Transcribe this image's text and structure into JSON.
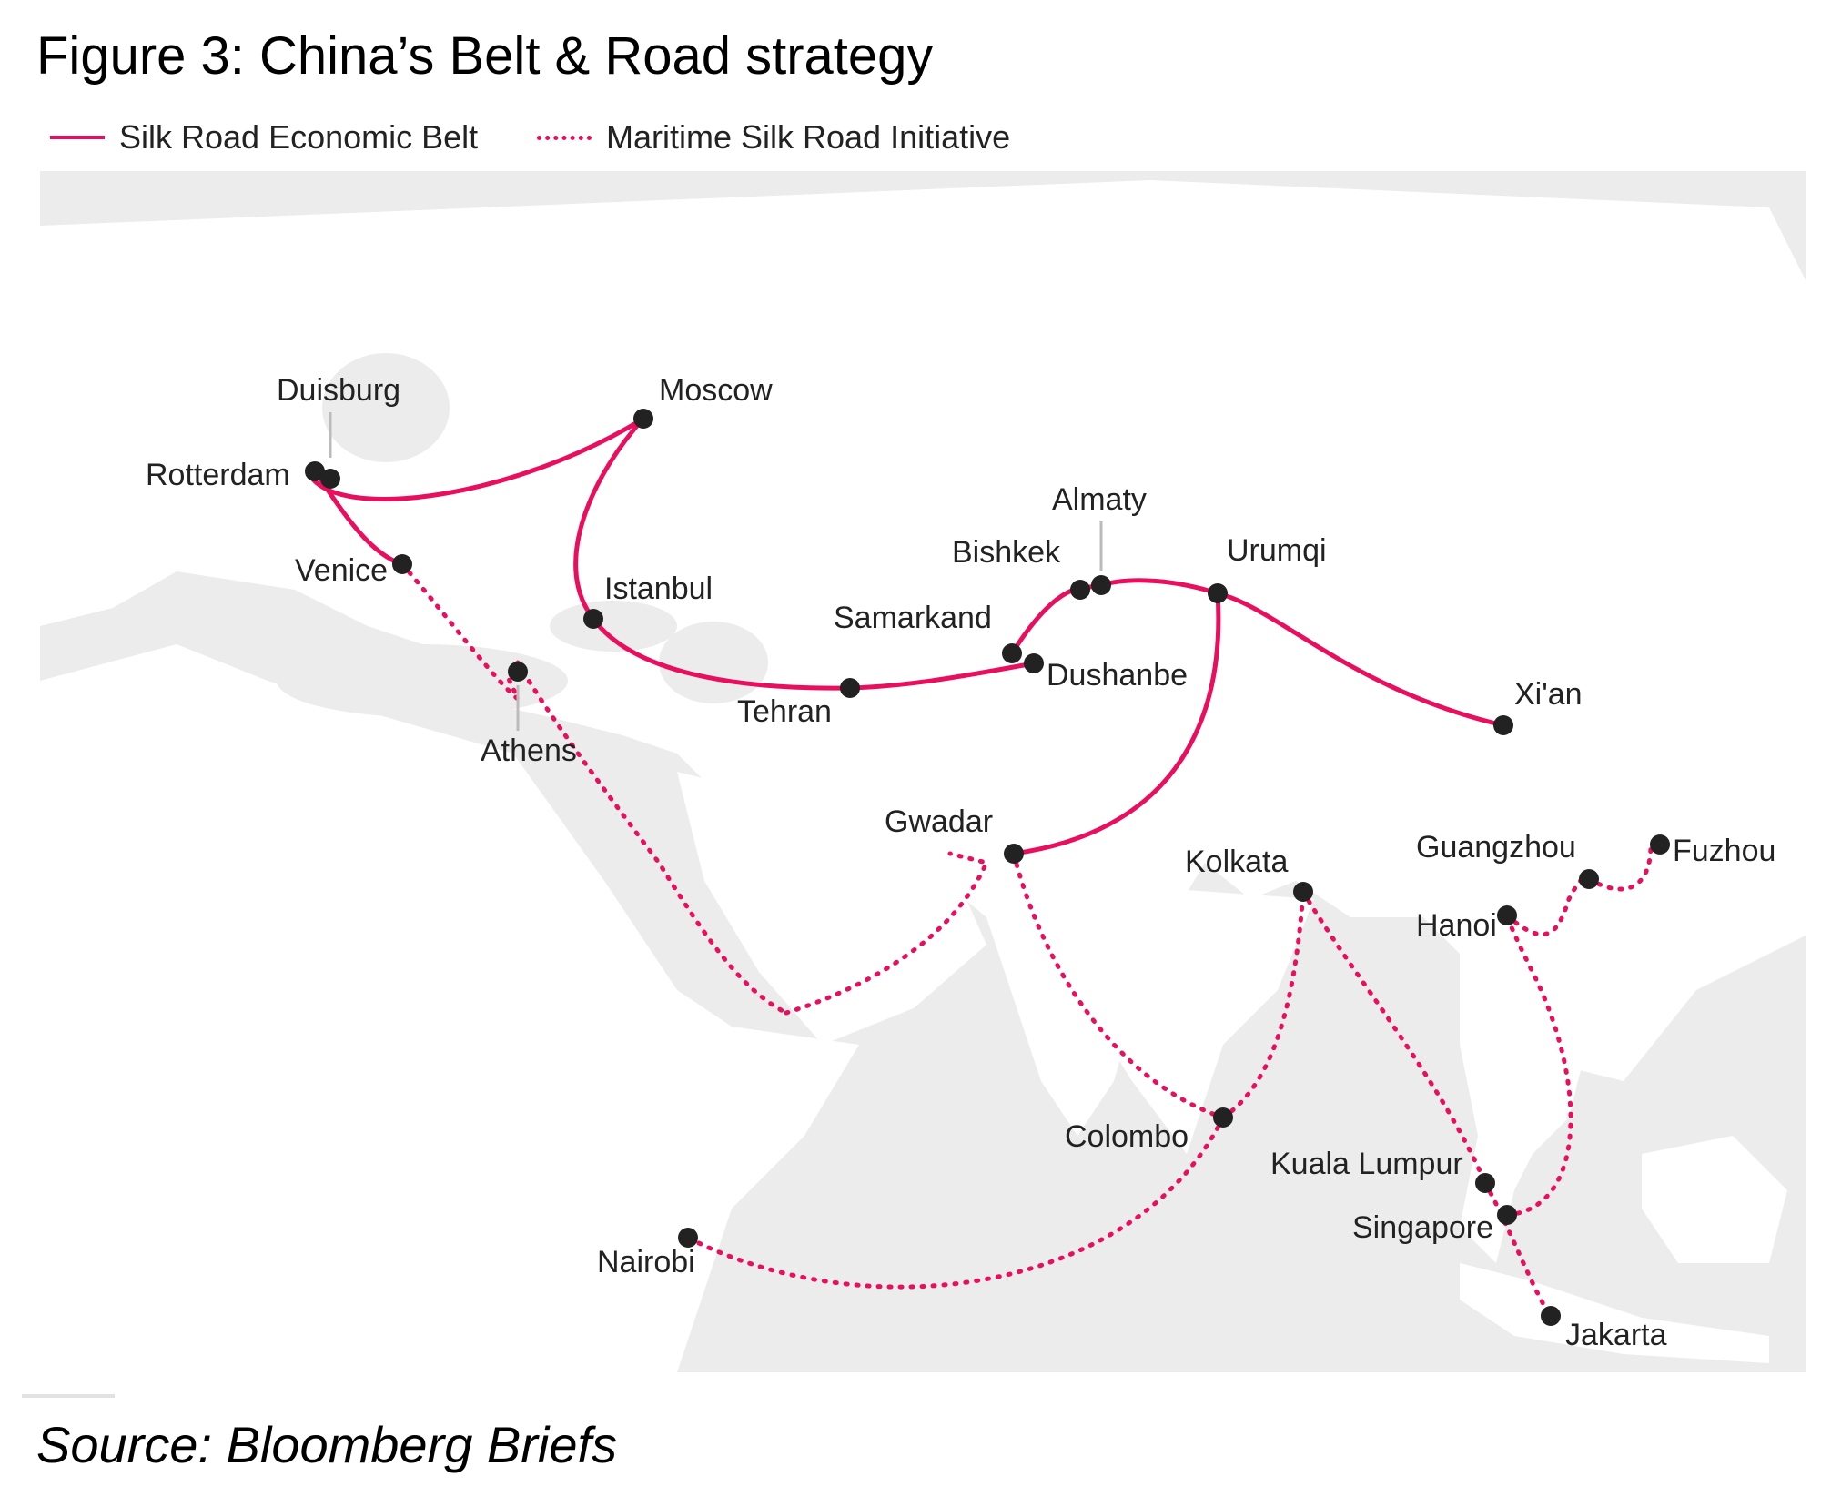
{
  "title": "Figure 3: China’s Belt & Road strategy",
  "legend": [
    {
      "label": "Silk Road Economic Belt",
      "style": "solid"
    },
    {
      "label": "Maritime Silk Road Initiative",
      "style": "dotted"
    }
  ],
  "colors": {
    "route": "#e8105e",
    "land": "#ececec",
    "sea_land": "#ffffff",
    "dot": "#222222"
  },
  "cities": [
    {
      "name": "Duisburg"
    },
    {
      "name": "Rotterdam"
    },
    {
      "name": "Moscow"
    },
    {
      "name": "Venice"
    },
    {
      "name": "Istanbul"
    },
    {
      "name": "Athens"
    },
    {
      "name": "Tehran"
    },
    {
      "name": "Samarkand"
    },
    {
      "name": "Dushanbe"
    },
    {
      "name": "Bishkek"
    },
    {
      "name": "Almaty"
    },
    {
      "name": "Urumqi"
    },
    {
      "name": "Xi'an"
    },
    {
      "name": "Gwadar"
    },
    {
      "name": "Kolkata"
    },
    {
      "name": "Guangzhou"
    },
    {
      "name": "Fuzhou"
    },
    {
      "name": "Hanoi"
    },
    {
      "name": "Colombo"
    },
    {
      "name": "Kuala Lumpur"
    },
    {
      "name": "Singapore"
    },
    {
      "name": "Jakarta"
    },
    {
      "name": "Nairobi"
    }
  ],
  "source": "Source: Bloomberg Briefs"
}
